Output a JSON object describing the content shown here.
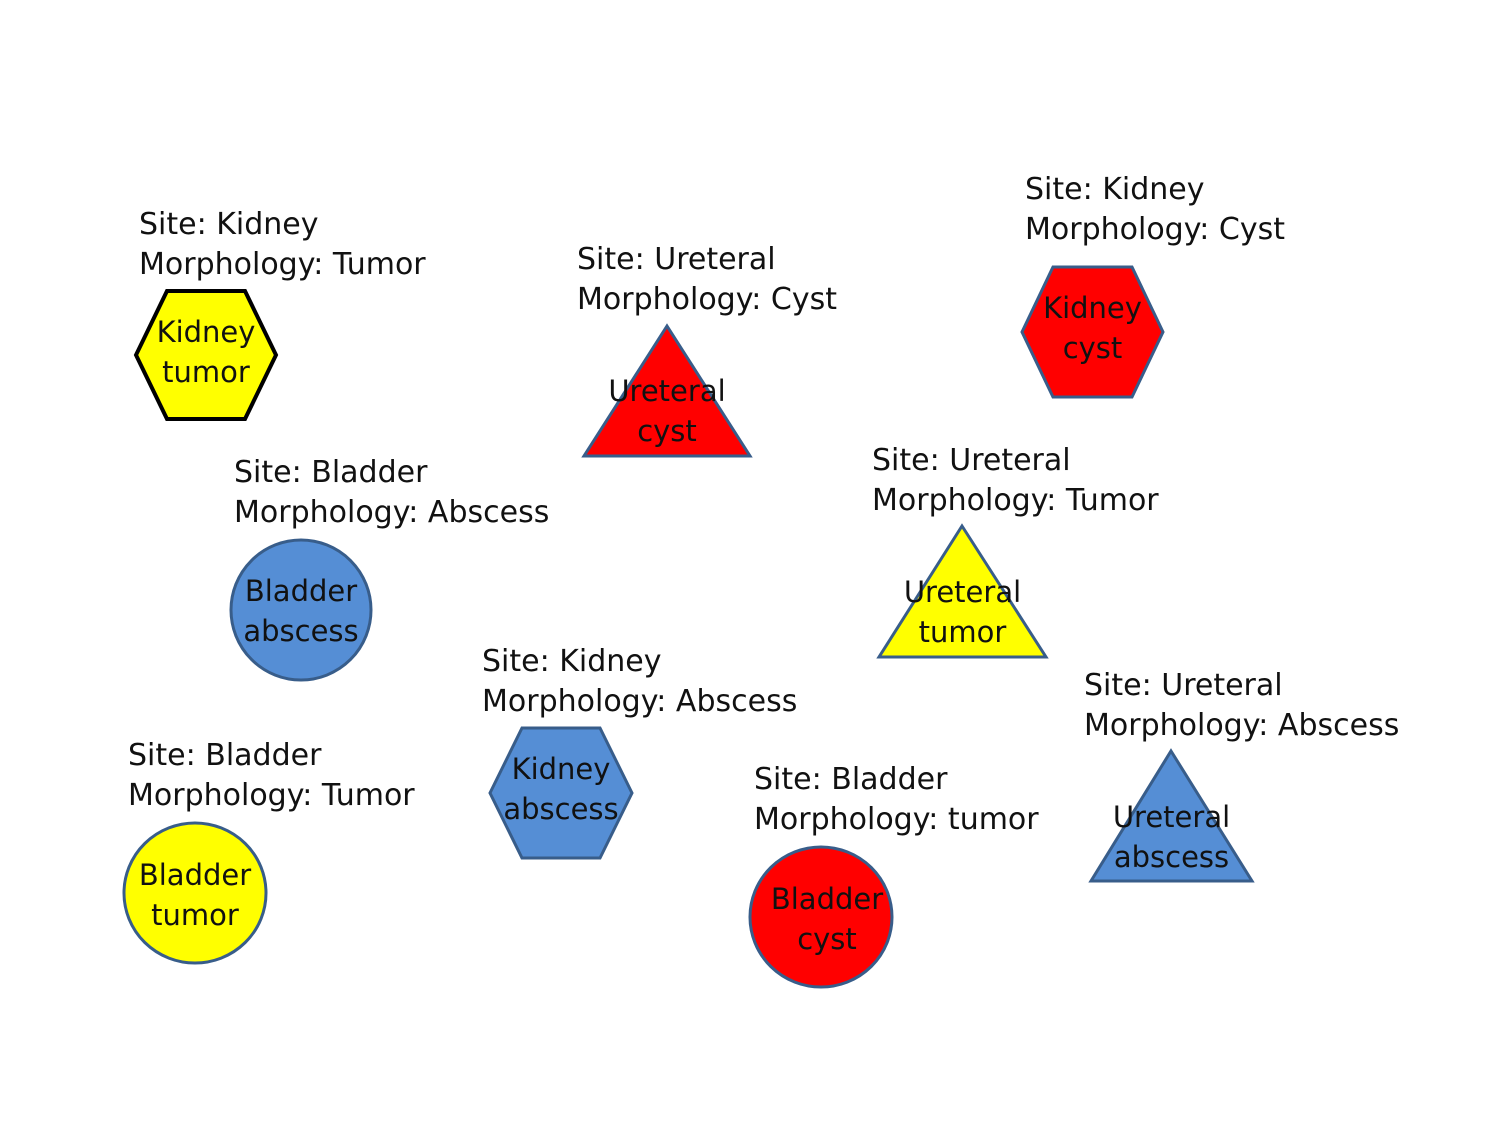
{
  "colors": {
    "yellow": "#ffff00",
    "red": "#ff0000",
    "blue": "#558ed5",
    "outline_dark": "#000000",
    "outline_blue": "#385d8a"
  },
  "items": [
    {
      "shape": "hexagon",
      "fill": "yellow",
      "caption": [
        "Site: Kidney",
        "Morphology: Tumor"
      ],
      "label": [
        "Kidney",
        "tumor"
      ]
    },
    {
      "shape": "triangle",
      "fill": "red",
      "caption": [
        "Site: Ureteral",
        "Morphology: Cyst"
      ],
      "label": [
        "Ureteral",
        "cyst"
      ]
    },
    {
      "shape": "hexagon",
      "fill": "red",
      "caption": [
        "Site: Kidney",
        "Morphology: Cyst"
      ],
      "label": [
        "Kidney",
        "cyst"
      ]
    },
    {
      "shape": "circle",
      "fill": "blue",
      "caption": [
        "Site: Bladder",
        "Morphology: Abscess"
      ],
      "label": [
        "Bladder",
        "abscess"
      ]
    },
    {
      "shape": "triangle",
      "fill": "yellow",
      "caption": [
        "Site: Ureteral",
        "Morphology: Tumor"
      ],
      "label": [
        "Ureteral",
        "tumor"
      ]
    },
    {
      "shape": "hexagon",
      "fill": "blue",
      "caption": [
        "Site: Kidney",
        "Morphology: Abscess"
      ],
      "label": [
        "Kidney",
        "abscess"
      ]
    },
    {
      "shape": "triangle",
      "fill": "blue",
      "caption": [
        "Site: Ureteral",
        "Morphology: Abscess"
      ],
      "label": [
        "Ureteral",
        "abscess"
      ]
    },
    {
      "shape": "circle",
      "fill": "yellow",
      "caption": [
        "Site: Bladder",
        "Morphology: Tumor"
      ],
      "label": [
        "Bladder",
        "tumor"
      ]
    },
    {
      "shape": "circle",
      "fill": "red",
      "caption": [
        "Site: Bladder",
        "Morphology: tumor"
      ],
      "label": [
        "Bladder",
        "cyst"
      ]
    }
  ]
}
